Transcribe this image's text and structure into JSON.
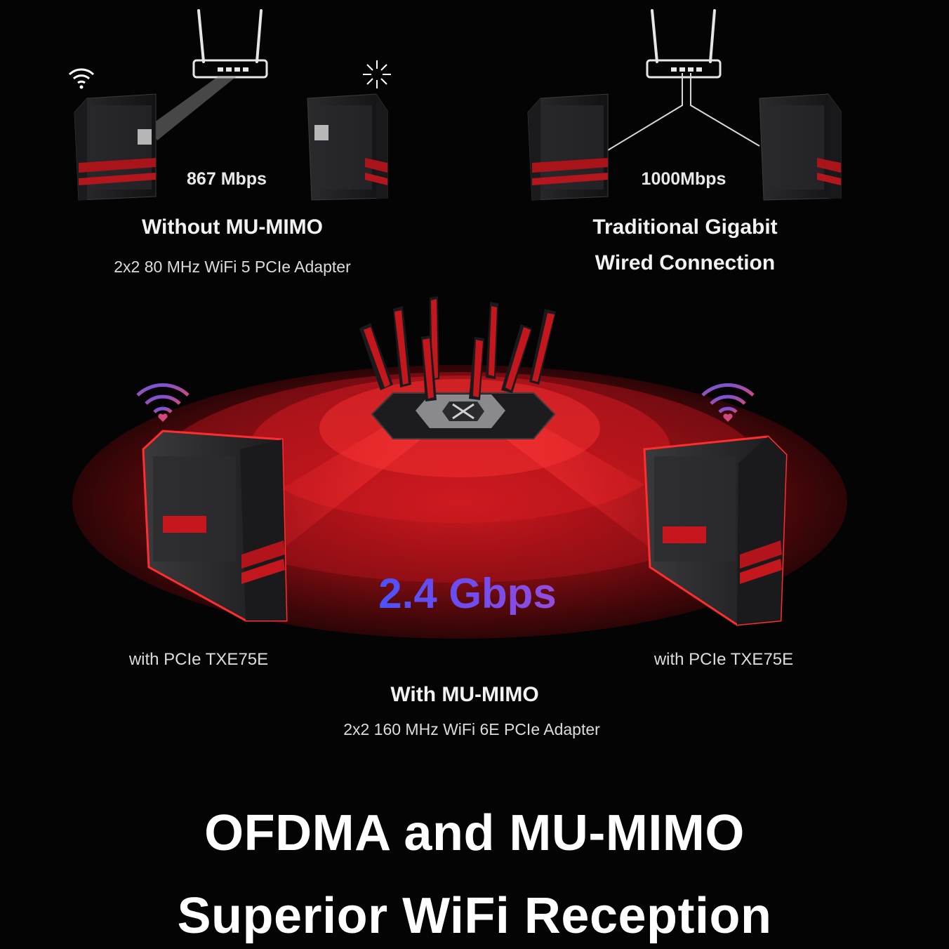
{
  "panels": {
    "without_mumimo": {
      "speed": "867 Mbps",
      "title": "Without MU-MIMO",
      "subtitle": "2x2 80 MHz WiFi 5 PCIe Adapter"
    },
    "wired": {
      "speed": "1000Mbps",
      "title_line1": "Traditional Gigabit",
      "title_line2": "Wired Connection"
    },
    "with_mumimo": {
      "speed": "2.4 Gbps",
      "left_label": "with PCIe TXE75E",
      "right_label": "with PCIe TXE75E",
      "title": "With MU-MIMO",
      "subtitle": "2x2 160 MHz WiFi 6E PCIe Adapter"
    }
  },
  "headline": {
    "line1": "OFDMA and MU-MIMO",
    "line2": "Superior WiFi Reception"
  },
  "icons": [
    "wifi-icon",
    "no-signal-icon",
    "wifi-heart-icon",
    "router-icon",
    "gaming-router-icon",
    "pc-tower-icon"
  ],
  "colors": {
    "background": "#040404",
    "accent_red": "#d0141c",
    "speed_gradient_start": "#3a55ff",
    "speed_gradient_end": "#a64dd6",
    "wifi_purple": "#7b4ed8",
    "wifi_pink": "#d0487e"
  }
}
